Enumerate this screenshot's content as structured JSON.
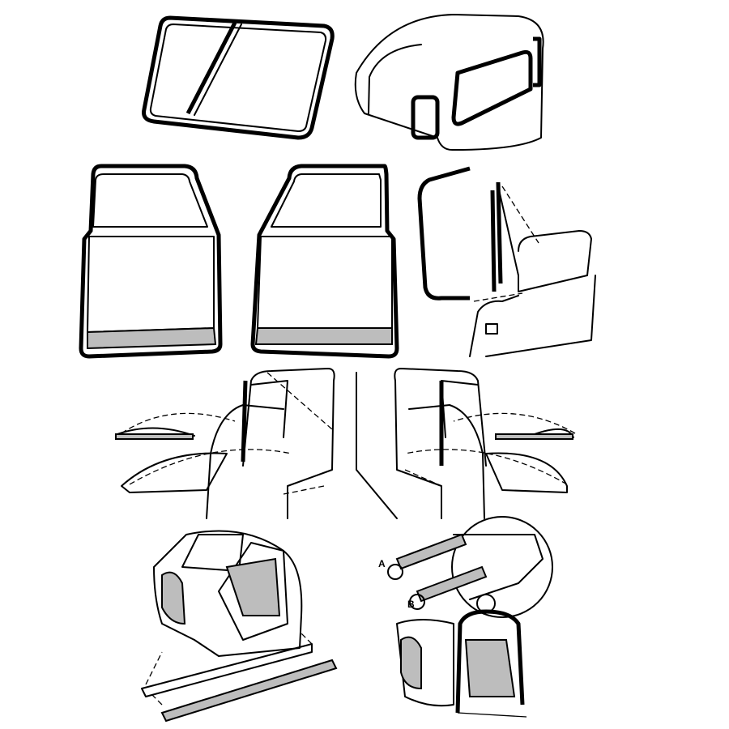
{
  "diagram": {
    "parts": [
      {
        "id": "windshield-seal"
      },
      {
        "id": "cab-rear-window-seal"
      },
      {
        "id": "left-door-seal"
      },
      {
        "id": "right-door-seal"
      },
      {
        "id": "door-window-channel"
      },
      {
        "id": "vent-window-seals-left"
      },
      {
        "id": "vent-window-seals-right"
      },
      {
        "id": "cab-floor-sill-plate"
      },
      {
        "id": "door-opening-weatherstrip"
      }
    ],
    "callouts": {
      "a": "A",
      "b": "B"
    }
  }
}
